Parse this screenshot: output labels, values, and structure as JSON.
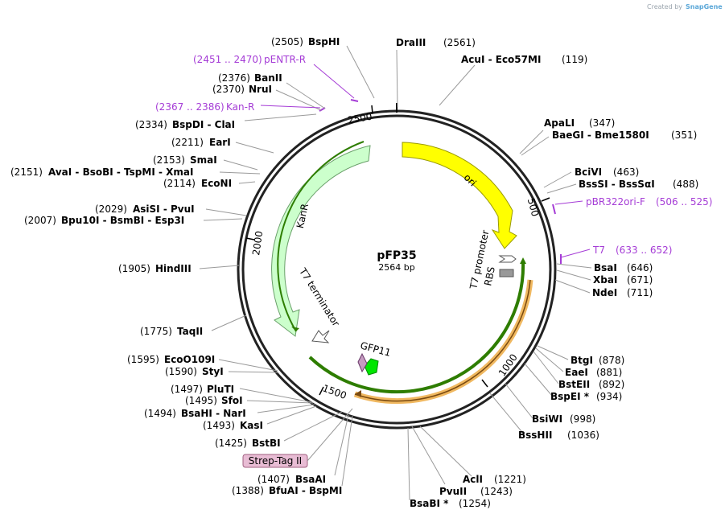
{
  "credit": {
    "prefix": "Created by",
    "brand": "SnapGene"
  },
  "plasmid": {
    "name": "pFP35",
    "length_label": "2564 bp",
    "length": 2564
  },
  "ticks": [
    "500",
    "1000",
    "1500",
    "2000",
    "2500"
  ],
  "features": [
    {
      "name": "ori",
      "color": "#ffff00",
      "stroke": "#9a9a00"
    },
    {
      "name": "KanR",
      "color": "#ccffcc",
      "stroke": "#6aa06a"
    },
    {
      "name": "T7 terminator",
      "color": "#ffffff",
      "stroke": "#555555"
    },
    {
      "name": "T7 promoter",
      "color": "#ffffff",
      "stroke": "#555555"
    },
    {
      "name": "RBS",
      "color": "#999999",
      "stroke": "#555555"
    },
    {
      "name": "GFP11",
      "color": "#00e600",
      "stroke": "#008800"
    },
    {
      "name": "Strep-Tag II",
      "color": "#e8bcd4",
      "stroke": "#a06080"
    }
  ],
  "labels": {
    "dra3": {
      "enzymes": "DraIII",
      "pos": "(2561)"
    },
    "acu": {
      "enzymes": "AcuI  -  Eco57MI",
      "pos": "(119)"
    },
    "bsphi": {
      "enzymes": "BspHI",
      "pos": "(2505)"
    },
    "pentr": {
      "range": "(2451 .. 2470)",
      "name": "pENTR-R"
    },
    "banii": {
      "enzymes": "BanII",
      "pos": "(2376)"
    },
    "nrui": {
      "enzymes": "NruI",
      "pos": "(2370)"
    },
    "kanr_primer": {
      "range": "(2367 .. 2386)",
      "name": "Kan-R"
    },
    "bspdi": {
      "enzymes": "BspDI  -  ClaI",
      "pos": "(2334)"
    },
    "eari": {
      "enzymes": "EarI",
      "pos": "(2211)"
    },
    "smai": {
      "enzymes": "SmaI",
      "pos": "(2153)"
    },
    "avai": {
      "enzymes": "AvaI  -  BsoBI  -  TspMI  -  XmaI",
      "pos": "(2151)"
    },
    "econi": {
      "enzymes": "EcoNI",
      "pos": "(2114)"
    },
    "asisi": {
      "enzymes": "AsiSI  -  PvuI",
      "pos": "(2029)"
    },
    "bpu10i": {
      "enzymes": "Bpu10I  -  BsmBI  -  Esp3I",
      "pos": "(2007)"
    },
    "hindiii": {
      "enzymes": "HindIII",
      "pos": "(1905)"
    },
    "taqii": {
      "enzymes": "TaqII",
      "pos": "(1775)"
    },
    "eco0109i": {
      "enzymes": "EcoO109I",
      "pos": "(1595)"
    },
    "styi": {
      "enzymes": "StyI",
      "pos": "(1590)"
    },
    "pluti": {
      "enzymes": "PluTI",
      "pos": "(1497)"
    },
    "sfoi": {
      "enzymes": "SfoI",
      "pos": "(1495)"
    },
    "bsahi": {
      "enzymes": "BsaHI  -  NarI",
      "pos": "(1494)"
    },
    "kasi": {
      "enzymes": "KasI",
      "pos": "(1493)"
    },
    "bstbi": {
      "enzymes": "BstBI",
      "pos": "(1425)"
    },
    "bsaai": {
      "enzymes": "BsaAI",
      "pos": "(1407)"
    },
    "bfuai": {
      "enzymes": "BfuAI  -  BspMI",
      "pos": "(1388)"
    },
    "apali": {
      "enzymes": "ApaLI",
      "pos": "(347)"
    },
    "baegi": {
      "enzymes": "BaeGI  -  Bme1580I",
      "pos": "(351)"
    },
    "bcivi": {
      "enzymes": "BciVI",
      "pos": "(463)"
    },
    "bsssi": {
      "enzymes": "BssSI  -  BssSαI",
      "pos": "(488)"
    },
    "pbr": {
      "name": "pBR322ori-F",
      "range": "(506 .. 525)"
    },
    "t7primer": {
      "name": "T7",
      "range": "(633 .. 652)"
    },
    "bsai": {
      "enzymes": "BsaI",
      "pos": "(646)"
    },
    "xbai": {
      "enzymes": "XbaI",
      "pos": "(671)"
    },
    "ndei": {
      "enzymes": "NdeI",
      "pos": "(711)"
    },
    "btgi": {
      "enzymes": "BtgI",
      "pos": "(878)"
    },
    "eaei": {
      "enzymes": "EaeI",
      "pos": "(881)"
    },
    "bsteii": {
      "enzymes": "BstEII",
      "pos": "(892)"
    },
    "bspei": {
      "enzymes": "BspEI *",
      "pos": "(934)"
    },
    "bsiwi": {
      "enzymes": "BsiWI",
      "pos": "(998)"
    },
    "bsshii": {
      "enzymes": "BssHII",
      "pos": "(1036)"
    },
    "acli": {
      "enzymes": "AclI",
      "pos": "(1221)"
    },
    "pvuii": {
      "enzymes": "PvuII",
      "pos": "(1243)"
    },
    "bsabi": {
      "enzymes": "BsaBI *",
      "pos": "(1254)"
    }
  }
}
